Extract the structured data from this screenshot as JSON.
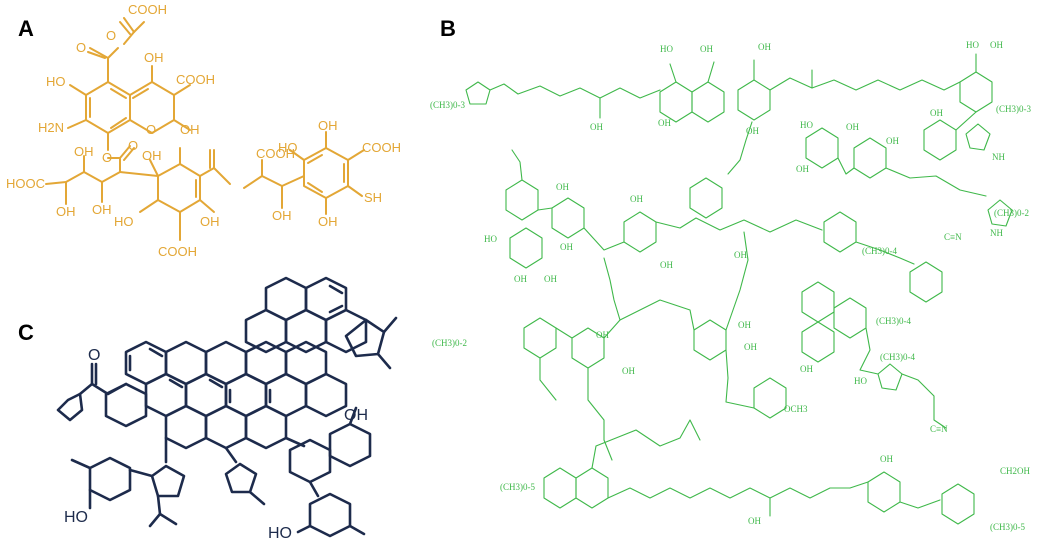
{
  "panels": {
    "a": {
      "letter": "A",
      "color": "#e3a736",
      "groups": {
        "cooh_top": "COOH",
        "oh_top": "OH",
        "ho_left": "HO",
        "cooh_right": "COOH",
        "h2n": "H2N",
        "oh_ring": "OH",
        "hooc_left": "HOOC",
        "oh_mid1": "OH",
        "oh_mid2": "OH",
        "oh_low1": "OH",
        "oh_low2": "OH",
        "ho_low": "HO",
        "oh_low3": "OH",
        "cooh_bottom": "COOH",
        "cooh_center": "COOH",
        "oh_center": "OH",
        "ho_rring": "HO",
        "oh_rring": "OH",
        "cooh_rring": "COOH",
        "sh": "SH",
        "oh_rring2": "OH",
        "o1": "O",
        "o2": "O",
        "o3": "O",
        "o4": "O",
        "o5": "O"
      }
    },
    "b": {
      "letter": "B",
      "color": "#3fb84a",
      "groups": {
        "ch3_03_a": "(CH3)0-3",
        "ch3_03_b": "(CH3)0-3",
        "ch3_02_a": "(CH3)0-2",
        "ch3_02_b": "(CH3)0-2",
        "ch3_04_a": "(CH3)0-4",
        "ch3_04_b": "(CH3)0-4",
        "ch3_04_c": "(CH3)0-4",
        "ch3_05_a": "(CH3)0-5",
        "ch3_05_b": "(CH3)0-5",
        "cn_a": "C≡N",
        "cn_b": "C≡N",
        "ch2oh": "CH2OH",
        "och3": "OCH3",
        "nh_a": "NH",
        "nh_b": "NH",
        "ho_1": "HO",
        "oh_1": "OH",
        "oh_2": "OH",
        "oh_3": "OH",
        "oh_4": "OH",
        "ho_2": "HO",
        "oh_5": "OH",
        "oh_6": "OH",
        "ho_3": "HO",
        "oh_7": "OH",
        "oh_8": "OH",
        "oh_9": "OH",
        "oh_10": "OH",
        "ho_4": "HO",
        "oh_11": "OH",
        "oh_12": "OH",
        "oh_13": "OH",
        "oh_14": "OH",
        "oh_15": "OH",
        "oh_16": "OH",
        "oh_17": "OH",
        "oh_18": "OH",
        "oh_19": "OH",
        "oh_20": "OH",
        "oh_21": "OH",
        "oh_22": "OH",
        "ho_5": "HO",
        "oh_23": "OH",
        "oh_24": "OH"
      }
    },
    "c": {
      "letter": "C",
      "color": "#1d2b4c",
      "groups": {
        "oh_top": "OH",
        "ho_left": "HO",
        "ho_bottom": "HO",
        "o_ketone": "O"
      }
    }
  }
}
